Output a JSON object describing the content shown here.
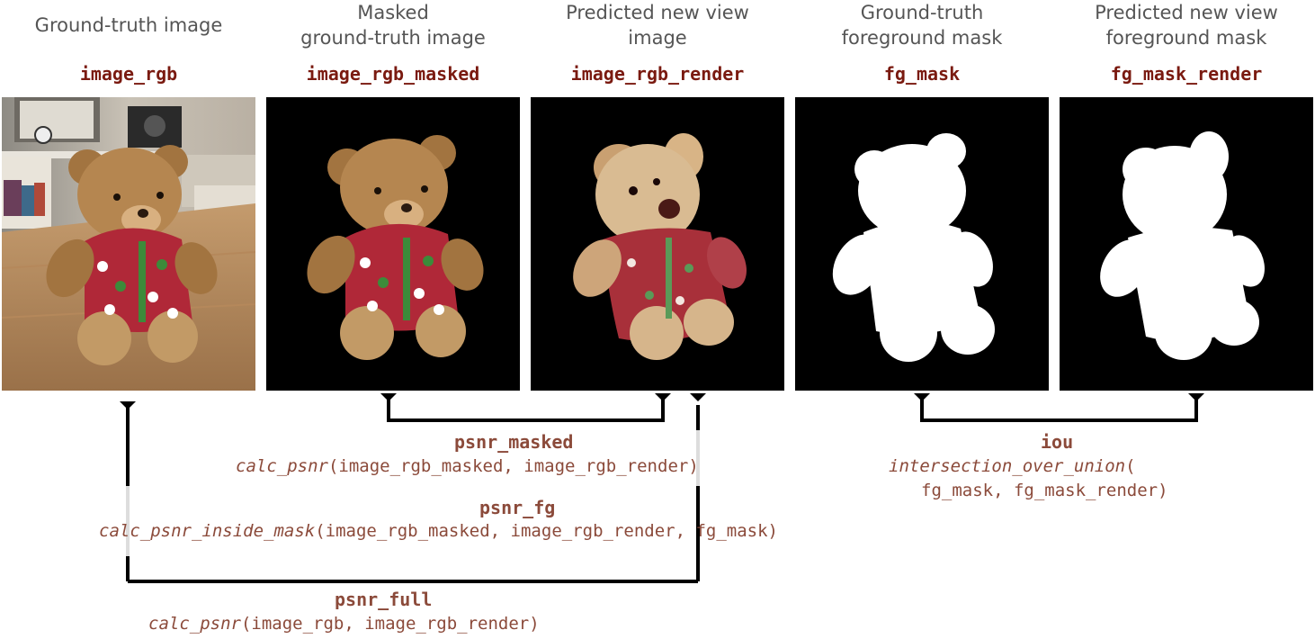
{
  "columns": [
    {
      "title_line1": "Ground-truth image",
      "title_line2": "",
      "key": "image_rgb"
    },
    {
      "title_line1": "Masked",
      "title_line2": "ground-truth image",
      "key": "image_rgb_masked"
    },
    {
      "title_line1": "Predicted new view",
      "title_line2": "image",
      "key": "image_rgb_render"
    },
    {
      "title_line1": "Ground-truth",
      "title_line2": "foreground mask",
      "key": "fg_mask"
    },
    {
      "title_line1": "Predicted new view",
      "title_line2": "foreground mask",
      "key": "fg_mask_render"
    }
  ],
  "metrics": {
    "psnr_masked": {
      "name": "psnr_masked",
      "fn": "calc_psnr",
      "args": "(image_rgb_masked, image_rgb_render)"
    },
    "psnr_fg": {
      "name": "psnr_fg",
      "fn": "calc_psnr_inside_mask",
      "args": "(image_rgb_masked, image_rgb_render, fg_mask)"
    },
    "psnr_full": {
      "name": "psnr_full",
      "fn": "calc_psnr",
      "args": "(image_rgb, image_rgb_render)"
    },
    "iou": {
      "name": "iou",
      "fn": "intersection_over_union",
      "args_line1": "(",
      "args_line2": "fg_mask, fg_mask_render)"
    }
  },
  "colors": {
    "key_text": "#7a1a10",
    "metric_text": "#8b4a3a",
    "title_text": "#555555",
    "connector": "#000000",
    "connector_faded": "#dddddd"
  }
}
